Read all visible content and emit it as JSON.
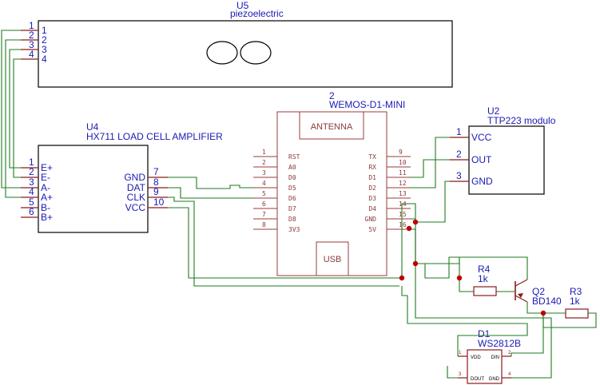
{
  "u5": {
    "ref": "U5",
    "value": "piezoelectric",
    "pins": [
      "1",
      "2",
      "3",
      "4"
    ],
    "pin_labels": [
      "1",
      "2",
      "3",
      "4"
    ]
  },
  "u4": {
    "ref": "U4",
    "value": "HX711 LOAD CELL AMPLIFIER",
    "left_pins": [
      "1",
      "2",
      "3",
      "4",
      "5",
      "6"
    ],
    "left_labels": [
      "E+",
      "E-",
      "A-",
      "A+",
      "B-",
      "B+"
    ],
    "right_pins": [
      "7",
      "8",
      "9",
      "10"
    ],
    "right_labels": [
      "GND",
      "DAT",
      "CLK",
      "VCC"
    ]
  },
  "wemos": {
    "ref": "2",
    "value": "WEMOS-D1-MINI",
    "antenna": "ANTENNA",
    "usb": "USB",
    "left_pins": [
      "1",
      "2",
      "3",
      "4",
      "5",
      "6",
      "7",
      "8"
    ],
    "left_labels": [
      "RST",
      "A0",
      "D0",
      "D5",
      "D6",
      "D7",
      "D8",
      "3V3"
    ],
    "right_pins": [
      "9",
      "10",
      "11",
      "12",
      "13",
      "14",
      "15",
      "16"
    ],
    "right_labels": [
      "TX",
      "RX",
      "D1",
      "D2",
      "D3",
      "D4",
      "GND",
      "5V"
    ]
  },
  "u2": {
    "ref": "U2",
    "value": "TTP223 modulo",
    "pins": [
      "1",
      "2",
      "3"
    ],
    "pin_labels": [
      "VCC",
      "OUT",
      "GND"
    ]
  },
  "r4": {
    "ref": "R4",
    "value": "1k"
  },
  "r3": {
    "ref": "R3",
    "value": "1k"
  },
  "q2": {
    "ref": "Q2",
    "value": "BD140"
  },
  "d1": {
    "ref": "D1",
    "value": "WS2812B",
    "pins": [
      "1",
      "2",
      "3",
      "4"
    ],
    "pin_labels": [
      "VDD",
      "DIN",
      "DOUT",
      "GND"
    ]
  },
  "colors": {
    "wire": "#1f7a1f",
    "junction": "#c00000",
    "label": "#1a1ab4",
    "module": "#9a3b3b",
    "pin": "#8b1a1a"
  }
}
